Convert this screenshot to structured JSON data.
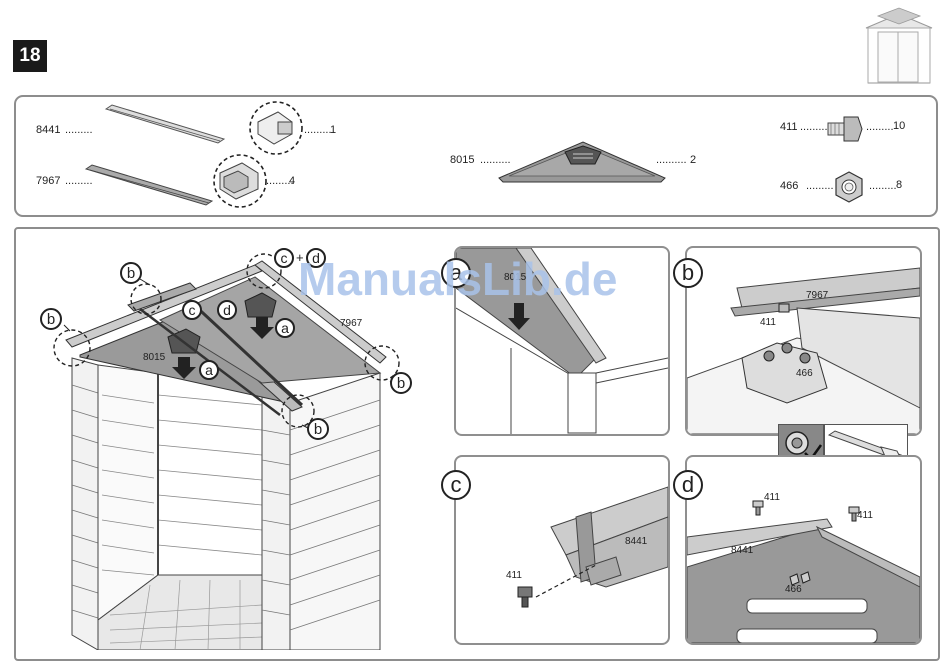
{
  "step": "18",
  "watermark": "ManualsLib.de",
  "parts": [
    {
      "code": "8441",
      "qty": "1"
    },
    {
      "code": "7967",
      "qty": "4"
    },
    {
      "code": "8015",
      "qty": "2"
    },
    {
      "code": "411",
      "qty": "10"
    },
    {
      "code": "466",
      "qty": "8"
    }
  ],
  "main_labels": {
    "b1": "b",
    "b2": "b",
    "b3": "b",
    "b4": "b",
    "b5": "b",
    "c": "c",
    "d": "d",
    "cd_c": "c",
    "cd_plus": "+",
    "cd_d": "d",
    "a1": "a",
    "a2": "a",
    "p8015": "8015",
    "p7967": "7967"
  },
  "details": {
    "a": {
      "letter": "a",
      "part": "8015"
    },
    "b": {
      "letter": "b",
      "part_rail": "7967",
      "part_bolt": "411",
      "part_nut": "466"
    },
    "c": {
      "letter": "c",
      "part_rail": "8441",
      "part_bolt": "411"
    },
    "d": {
      "letter": "d",
      "part_rail": "8441",
      "bolt1": "411",
      "bolt2": "411",
      "nut": "466"
    }
  }
}
